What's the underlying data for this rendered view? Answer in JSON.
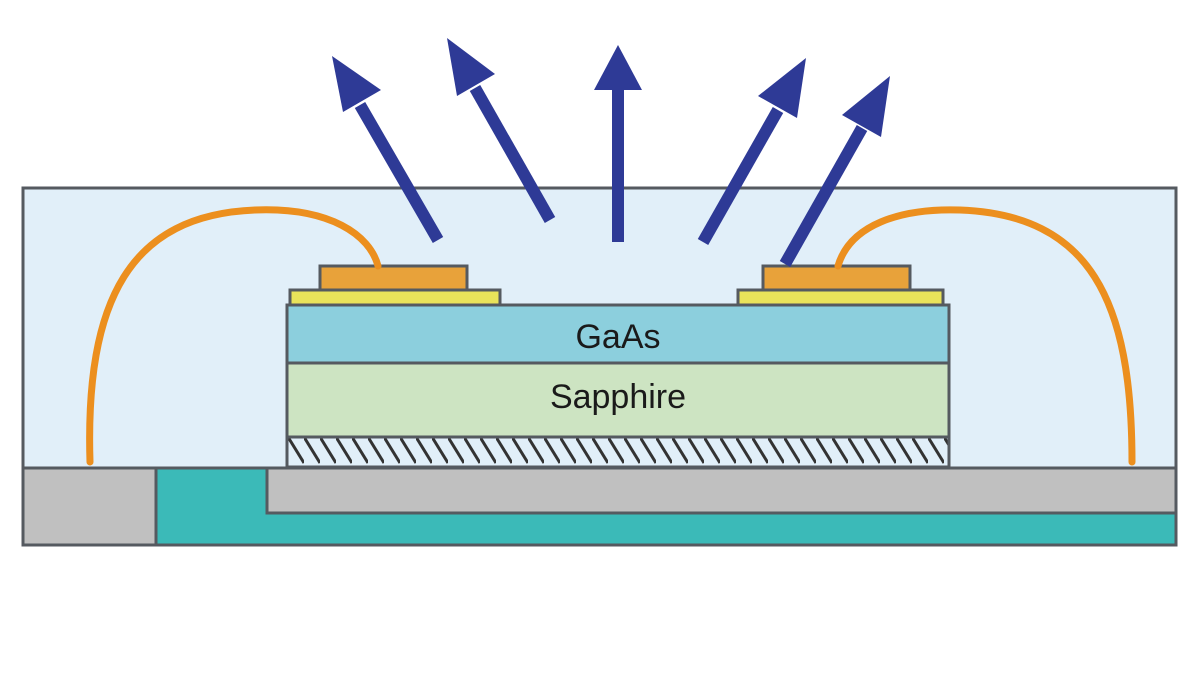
{
  "diagram": {
    "layers": {
      "gaas_label": "GaAs",
      "sapphire_label": "Sapphire"
    },
    "emission_arrow_count": 5,
    "colors": {
      "encapsulant": "#e1eff9",
      "outline": "#555a60",
      "gaas": "#8ccfdd",
      "sapphire": "#cde4c2",
      "contact_pad": "#e8a23a",
      "contact_base": "#e9e35a",
      "bond_wire": "#ec8f1e",
      "arrow": "#2e3a96",
      "lead_frame": "#c0c0c0",
      "teal_substrate": "#3bbab8",
      "hatch_line": "#333333"
    }
  }
}
